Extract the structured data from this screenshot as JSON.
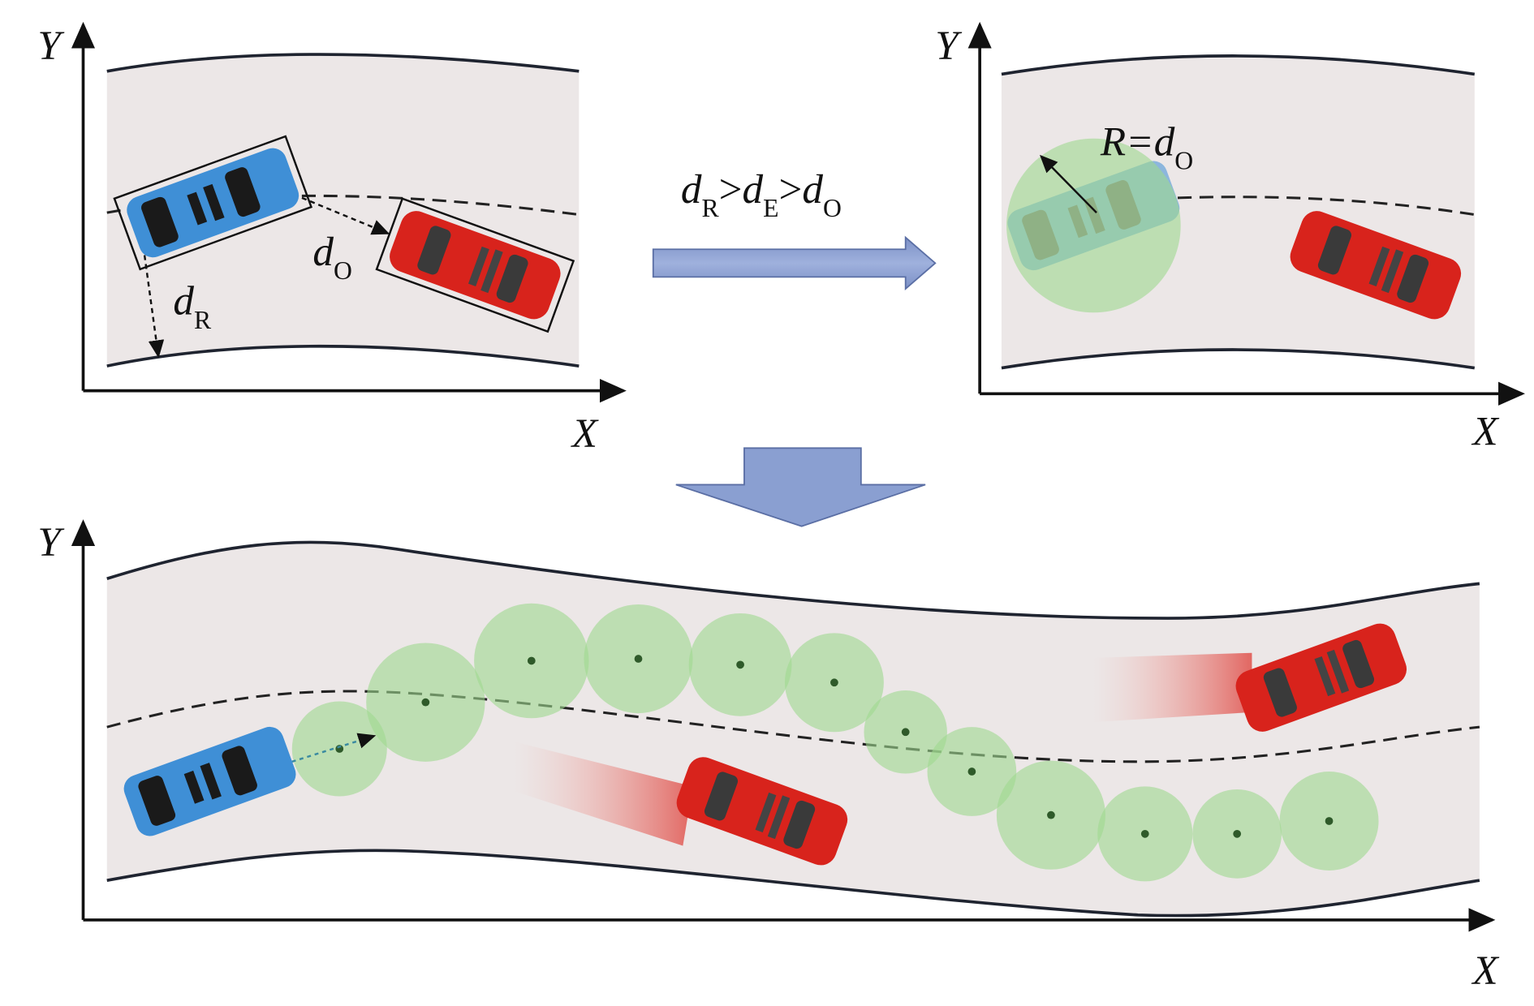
{
  "panel_top_left": {
    "axis_y": "Y",
    "axis_x": "X",
    "d_o": {
      "main": "d",
      "sub": "O"
    },
    "d_r": {
      "main": "d",
      "sub": "R"
    }
  },
  "condition": {
    "parts": [
      {
        "main": "d",
        "sub": "R"
      },
      {
        "op": ">"
      },
      {
        "main": "d",
        "sub": "E"
      },
      {
        "op": ">"
      },
      {
        "main": "d",
        "sub": "O"
      }
    ]
  },
  "panel_top_right": {
    "axis_y": "Y",
    "axis_x": "X",
    "radius_label": {
      "main": "R=d",
      "sub": "O"
    }
  },
  "panel_bottom": {
    "axis_y": "Y",
    "axis_x": "X"
  },
  "colors": {
    "road": "#ece7e7",
    "ego_car": "#3f8fd6",
    "obstacle_car": "#d8231c",
    "safety_circle": "#9fd890",
    "arrow": "#8a9fd1"
  }
}
